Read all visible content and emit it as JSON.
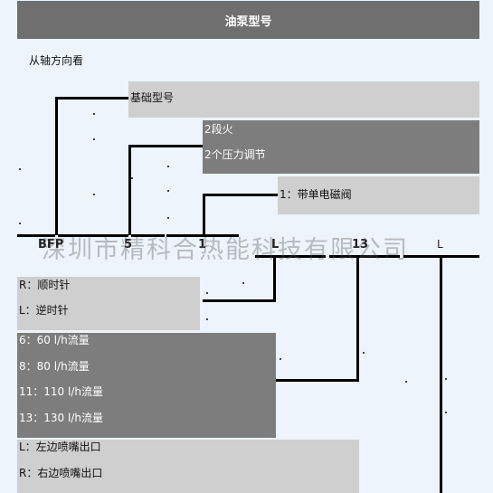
{
  "title": "油泵型号",
  "note": "从轴方向看",
  "base_model_label": "基础型号",
  "stage_box": {
    "line1": "2段火",
    "line2": "2个压力调节"
  },
  "solenoid_box": {
    "text": "1：带单电磁阀"
  },
  "code_labels": [
    "BFP",
    "5",
    "1",
    "L",
    "13",
    "L"
  ],
  "watermark": "深圳市精科合热能科技有限公司",
  "rotation_box": [
    "R：顺时针",
    "L：逆时针"
  ],
  "flow_box": [
    "6：60 l/h流量",
    "8：80 l/h流量",
    "11：110 l/h流量",
    "13：130 l/h流量"
  ],
  "outlet_box": [
    "L：左边喷嘴出口",
    "R：右边喷嘴出口"
  ]
}
